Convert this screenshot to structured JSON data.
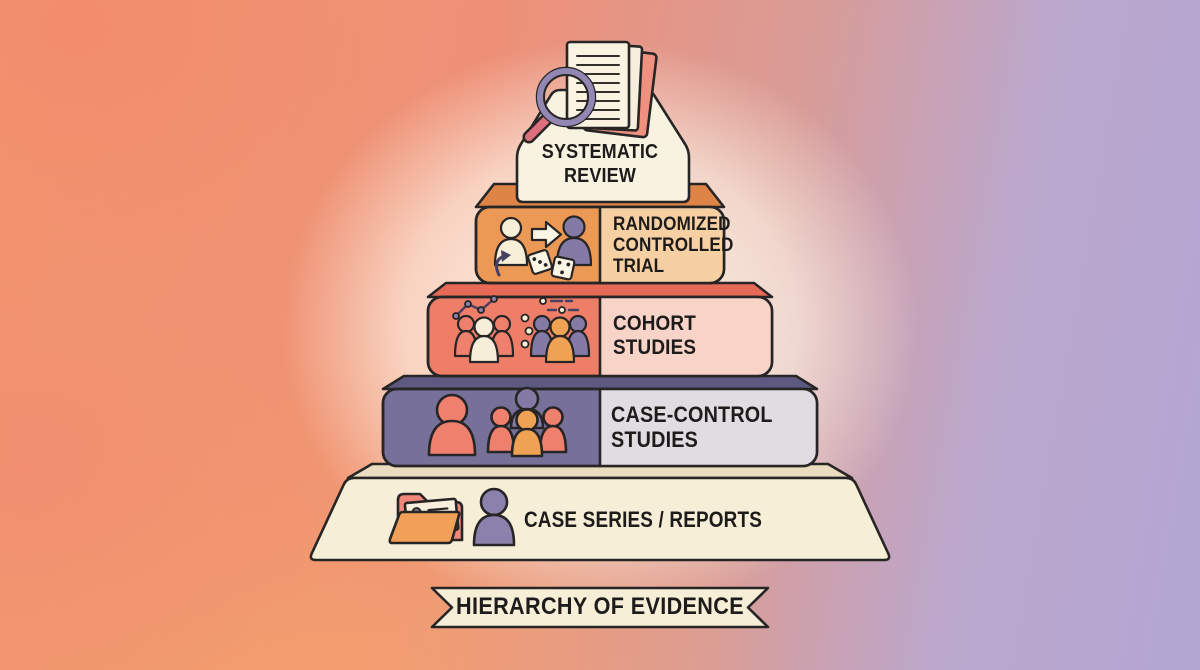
{
  "title": "Hierarchy of Evidence pyramid infographic",
  "banner": {
    "label": "HIERARCHY OF EVIDENCE",
    "fill": "#F6EED6"
  },
  "background": {
    "top_left": "#F2936C",
    "bottom_right": "#B3A6D3",
    "center_glow": "#FFFBEE"
  },
  "outline_color": "#272525",
  "levels": [
    {
      "rank": 1,
      "id": "systematic-review",
      "label": "SYSTEMATIC\nREVIEW",
      "icon": "magnifier-documents-icon",
      "fill": "#F8F2E0"
    },
    {
      "rank": 2,
      "id": "randomized-controlled-trial",
      "label": "RANDOMIZED\nCONTROLLED\nTRIAL",
      "icon": "randomization-people-dice-icon",
      "icon_panel_fill": "#EC9955",
      "label_panel_fill": "#F6D0A3",
      "top_face_fill": "#DF8447"
    },
    {
      "rank": 3,
      "id": "cohort-studies",
      "label": "COHORT\nSTUDIES",
      "icon": "cohort-groups-comparison-icon",
      "icon_panel_fill": "#EF7E68",
      "label_panel_fill": "#F7D3C8",
      "top_face_fill": "#E66A56"
    },
    {
      "rank": 4,
      "id": "case-control-studies",
      "label": "CASE-CONTROL\nSTUDIES",
      "icon": "case-control-people-icon",
      "icon_panel_fill": "#777099",
      "label_panel_fill": "#E0DCE1",
      "top_face_fill": "#5E5980"
    },
    {
      "rank": 5,
      "id": "case-series-reports",
      "label": "CASE SERIES / REPORTS",
      "icon": "folder-person-icon",
      "fill": "#F6EED7",
      "top_face_fill": "#EADCBE"
    }
  ]
}
